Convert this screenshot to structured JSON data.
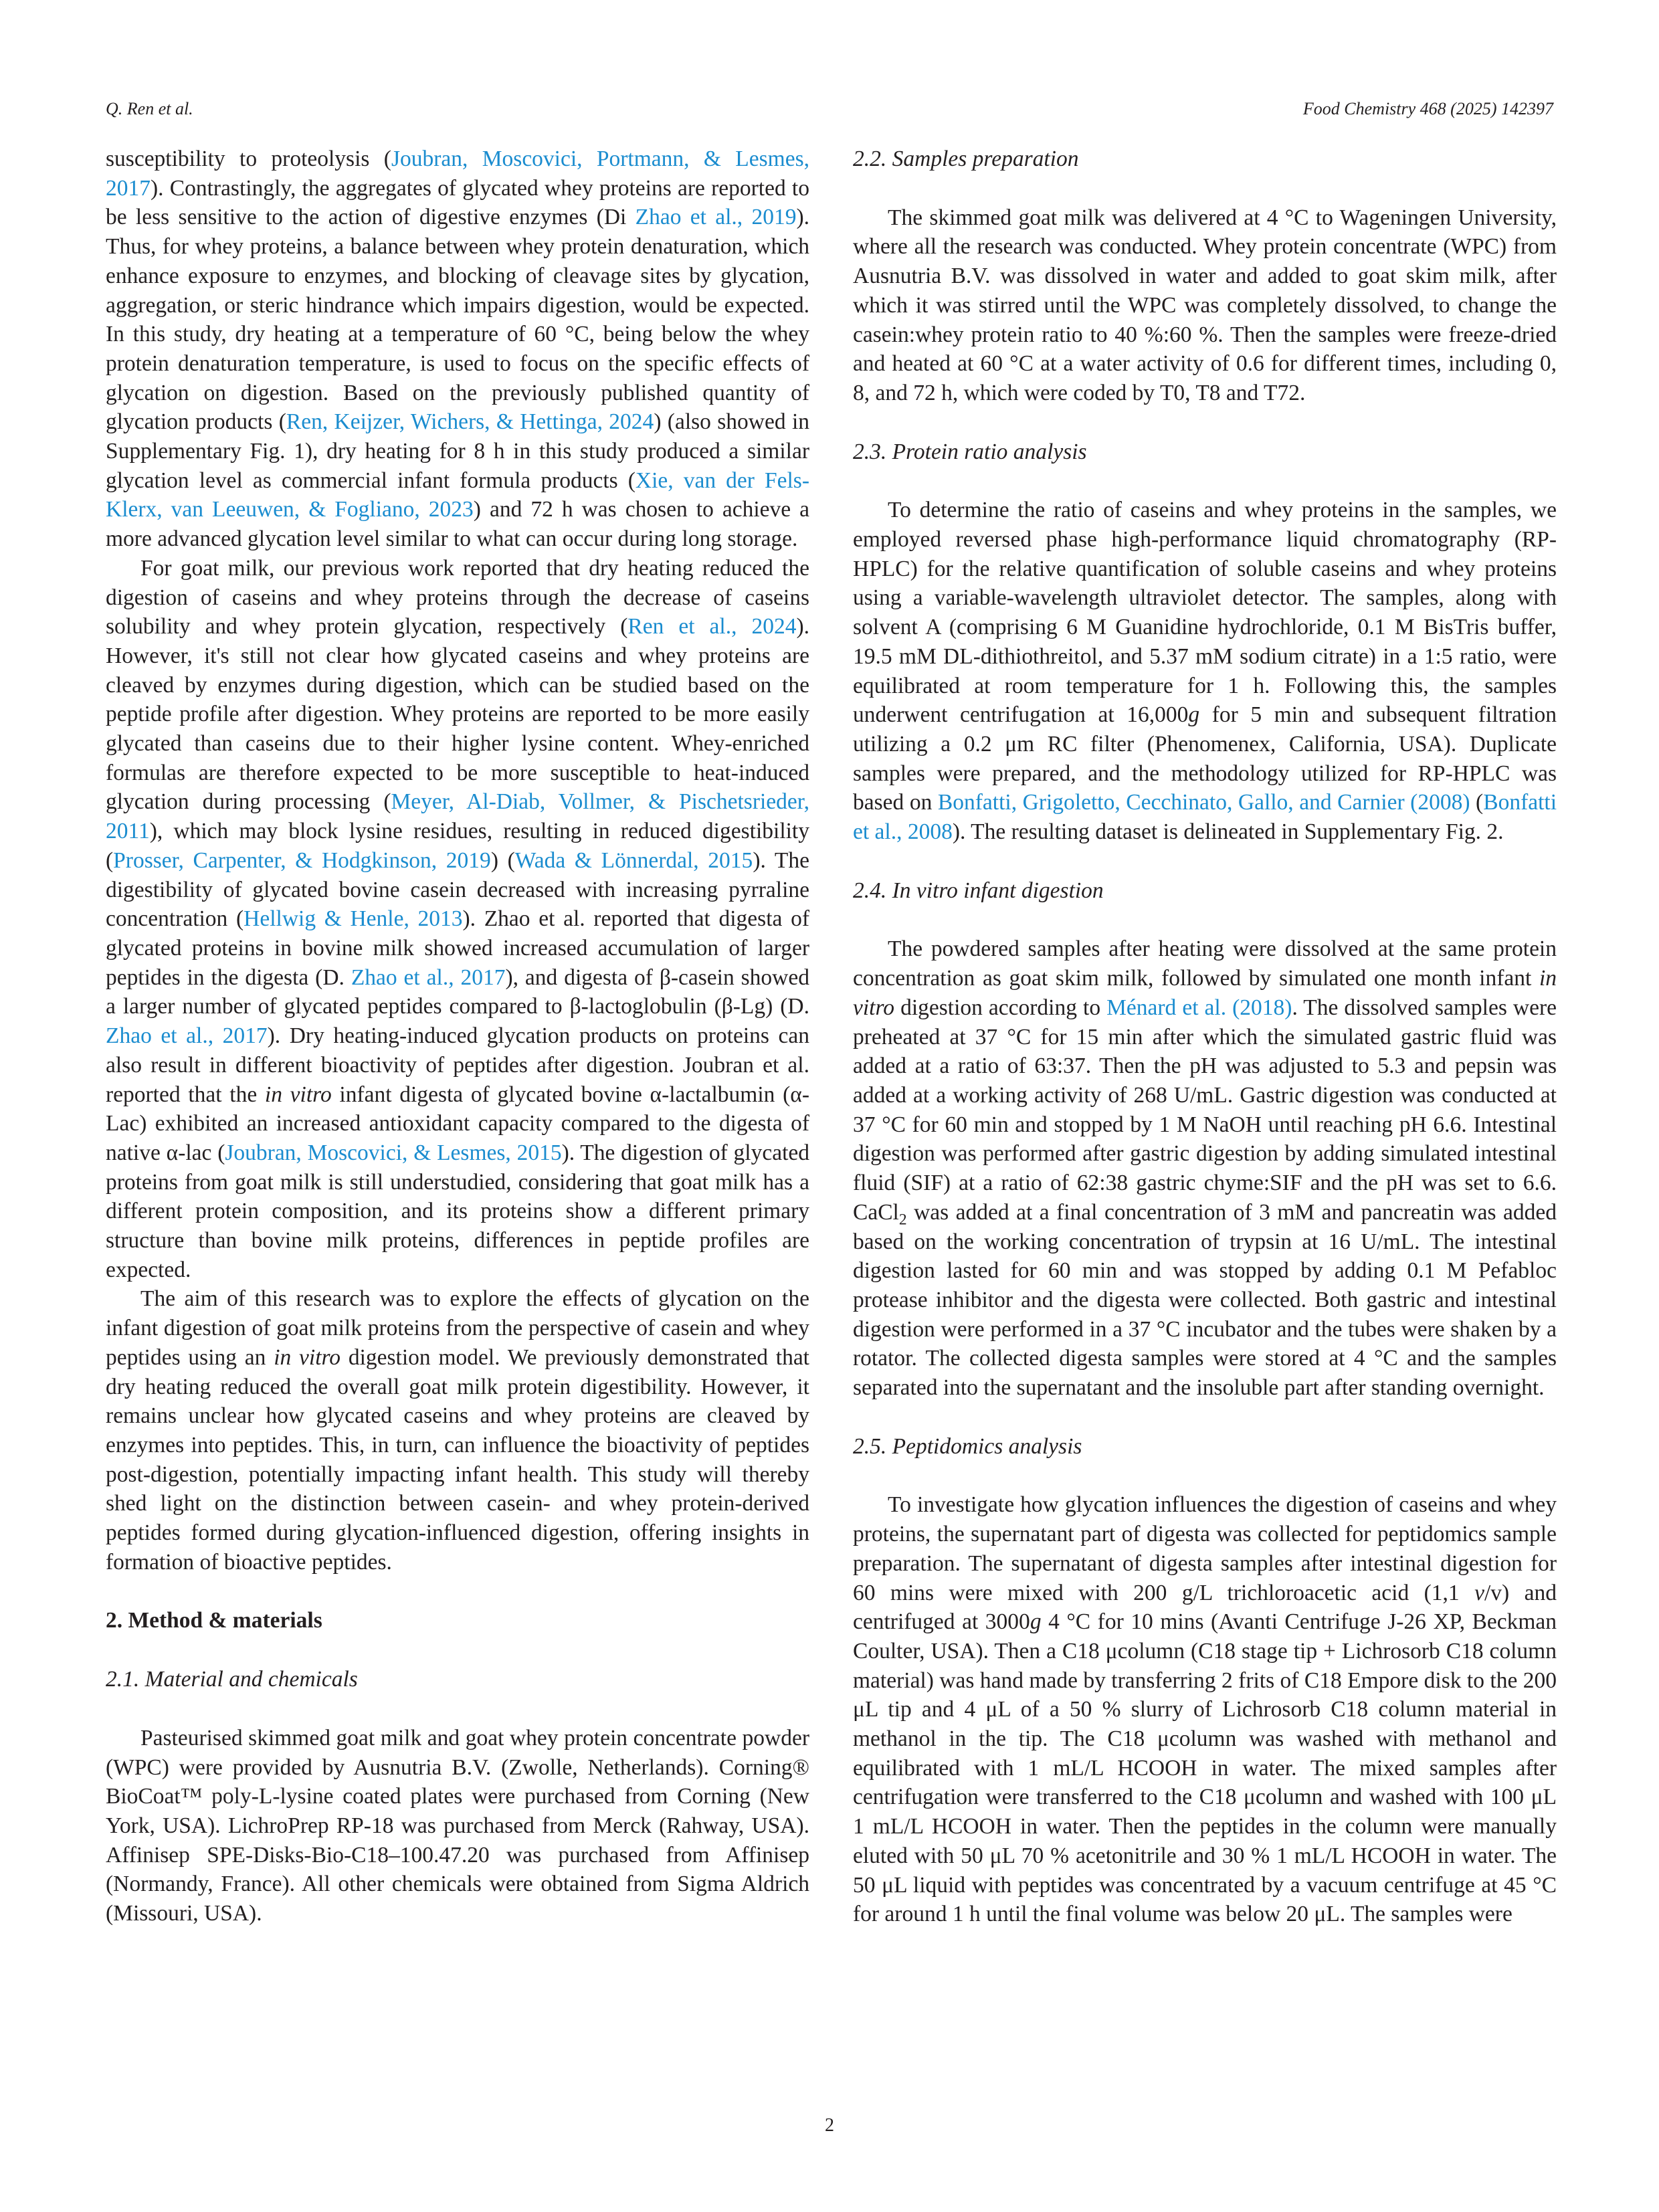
{
  "header": {
    "authors": "Q. Ren et al.",
    "journal": "Food Chemistry 468 (2025) 142397"
  },
  "left": {
    "p1": {
      "t0": "susceptibility to proteolysis (",
      "r0": "Joubran, Moscovici, Portmann, & Lesmes, 2017",
      "t1": "). Contrastingly, the aggregates of glycated whey proteins are reported to be less sensitive to the action of digestive enzymes (Di ",
      "r1": "Zhao et al., 2019",
      "t2": "). Thus, for whey proteins, a balance between whey protein denaturation, which enhance exposure to enzymes, and blocking of cleavage sites by glycation, aggregation, or steric hindrance which impairs digestion, would be expected. In this study, dry heating at a temperature of 60 °C, being below the whey protein denaturation temperature, is used to focus on the specific effects of glycation on digestion. Based on the previously published quantity of glycation products (",
      "r2": "Ren, Keijzer, Wichers, & Hettinga, 2024",
      "t3": ") (also showed in Supplementary Fig. 1), dry heating for 8 h in this study produced a similar glycation level as commercial infant formula products (",
      "r3": "Xie, van der Fels-Klerx, van Leeuwen, & Fogliano, 2023",
      "t4": ") and 72 h was chosen to achieve a more advanced glycation level similar to what can occur during long storage."
    },
    "p2": {
      "t0": "For goat milk, our previous work reported that dry heating reduced the digestion of caseins and whey proteins through the decrease of caseins solubility and whey protein glycation, respectively (",
      "r0": "Ren et al., 2024",
      "t1": "). However, it's still not clear how glycated caseins and whey proteins are cleaved by enzymes during digestion, which can be studied based on the peptide profile after digestion. Whey proteins are reported to be more easily glycated than caseins due to their higher lysine content. Whey-enriched formulas are therefore expected to be more susceptible to heat-induced glycation during processing (",
      "r1": "Meyer, Al-Diab, Vollmer, & Pischetsrieder, 2011",
      "t2": "), which may block lysine residues, resulting in reduced digestibility (",
      "r2": "Prosser, Carpenter, & Hodgkinson, 2019",
      "t3": ") (",
      "r3": "Wada & Lönnerdal, 2015",
      "t4": "). The digestibility of glycated bovine casein decreased with increasing pyrraline concentration (",
      "r4": "Hellwig & Henle, 2013",
      "t5": "). Zhao et al. reported that digesta of glycated proteins in bovine milk showed increased accumulation of larger peptides in the digesta (D. ",
      "r5": "Zhao et al., 2017",
      "t6": "), and digesta of β-casein showed a larger number of glycated peptides compared to β-lactoglobulin (β-Lg) (D. ",
      "r6": "Zhao et al., 2017",
      "t7": "). Dry heating-induced glycation products on proteins can also result in different bioactivity of peptides after digestion. Joubran et al. reported that the ",
      "i0": "in vitro",
      "t8": " infant digesta of glycated bovine α-lactalbumin (α-Lac) exhibited an increased antioxidant capacity compared to the digesta of native α-lac (",
      "r7": "Joubran, Moscovici, & Lesmes, 2015",
      "t9": "). The digestion of glycated proteins from goat milk is still understudied, considering that goat milk has a different protein composition, and its proteins show a different primary structure than bovine milk proteins, differences in peptide profiles are expected."
    },
    "p3": {
      "t0": "The aim of this research was to explore the effects of glycation on the infant digestion of goat milk proteins from the perspective of casein and whey peptides using an ",
      "i0": "in vitro",
      "t1": " digestion model. We previously demonstrated that dry heating reduced the overall goat milk protein digestibility. However, it remains unclear how glycated caseins and whey proteins are cleaved by enzymes into peptides. This, in turn, can influence the bioactivity of peptides post-digestion, potentially impacting infant health. This study will thereby shed light on the distinction between casein- and whey protein-derived peptides formed during glycation-influenced digestion, offering insights in formation of bioactive peptides."
    },
    "section2": "2.  Method & materials",
    "sub21": "2.1.  Material and chemicals",
    "p4": "Pasteurised skimmed goat milk and goat whey protein concentrate powder (WPC) were provided by Ausnutria B.V. (Zwolle, Netherlands). Corning® BioCoat™ poly-L-lysine coated plates were purchased from Corning (New York, USA). LichroPrep RP-18 was purchased from Merck (Rahway, USA). Affinisep SPE-Disks-Bio-C18–100.47.20 was purchased from Affinisep (Normandy, France). All other chemicals were obtained from Sigma Aldrich (Missouri, USA)."
  },
  "right": {
    "sub22": "2.2.  Samples preparation",
    "p5": "The skimmed goat milk was delivered at 4 °C to Wageningen University, where all the research was conducted. Whey protein concentrate (WPC) from Ausnutria B.V. was dissolved in water and added to goat skim milk, after which it was stirred until the WPC was completely dissolved, to change the casein:whey protein ratio to 40 %:60 %. Then the samples were freeze-dried and heated at 60 °C at a water activity of 0.6 for different times, including 0, 8, and 72 h, which were coded by T0, T8 and T72.",
    "sub23": "2.3.  Protein ratio analysis",
    "p6": {
      "t0": "To determine the ratio of caseins and whey proteins in the samples, we employed reversed phase high-performance liquid chromatography (RP-HPLC) for the relative quantification of soluble caseins and whey proteins using a variable-wavelength ultraviolet detector. The samples, along with solvent A (comprising 6 M Guanidine hydrochloride, 0.1 M BisTris buffer, 19.5 mM DL-dithiothreitol, and 5.37 mM sodium citrate) in a 1:5 ratio, were equilibrated at room temperature for 1 h. Following this, the samples underwent centrifugation at 16,000",
      "g0": "g",
      "t1": " for 5 min and subsequent filtration utilizing a 0.2 μm RC filter (Phenomenex, California, USA). Duplicate samples were prepared, and the methodology utilized for RP-HPLC was based on ",
      "r0": "Bonfatti, Grigoletto, Cecchinato, Gallo, and Carnier (2008)",
      "t2": " (",
      "r1": "Bonfatti et al., 2008",
      "t3": "). The resulting dataset is delineated in Supplementary Fig. 2."
    },
    "sub24": "2.4.  In vitro infant digestion",
    "p7": {
      "t0": "The powdered samples after heating were dissolved at the same protein concentration as goat skim milk, followed by simulated one month infant ",
      "i0": "in vitro",
      "t1": " digestion according to ",
      "r0": "Ménard et al. (2018)",
      "t2": ". The dissolved samples were preheated at 37 °C for 15 min after which the simulated gastric fluid was added at a ratio of 63:37. Then the pH was adjusted to 5.3 and pepsin was added at a working activity of 268 U/mL. Gastric digestion was conducted at 37 °C for 60 min and stopped by 1 M NaOH until reaching pH 6.6. Intestinal digestion was performed after gastric digestion by adding simulated intestinal fluid (SIF) at a ratio of 62:38 gastric chyme:SIF and the pH was set to 6.6. CaCl",
      "s0": "2",
      "t3": " was added at a final concentration of 3 mM and pancreatin was added based on the working concentration of trypsin at 16 U/mL. The intestinal digestion lasted for 60 min and was stopped by adding 0.1 M Pefabloc protease inhibitor and the digesta were collected. Both gastric and intestinal digestion were performed in a 37 °C incubator and the tubes were shaken by a rotator. The collected digesta samples were stored at 4 °C and the samples separated into the supernatant and the insoluble part after standing overnight."
    },
    "sub25": "2.5.  Peptidomics analysis",
    "p8": {
      "t0": "To investigate how glycation influences the digestion of caseins and whey proteins, the supernatant part of digesta was collected for peptidomics sample preparation. The supernatant of digesta samples after intestinal digestion for 60 mins were mixed with 200 g/L trichloroacetic acid (1,1 ",
      "i0": "v",
      "t1": "/v) and centrifuged at 3000",
      "g0": "g",
      "t2": " 4 °C for 10 mins (Avanti Centrifuge J-26 XP, Beckman Coulter, USA). Then a C18 μcolumn (C18 stage tip + Lichrosorb C18 column material) was hand made by transferring 2 frits of C18 Empore disk to the 200 μL tip and 4 μL of a 50 % slurry of Lichrosorb C18 column material in methanol in the tip. The C18 μcolumn was washed with methanol and equilibrated with 1 mL/L HCOOH in water. The mixed samples after centrifugation were transferred to the C18 μcolumn and washed with 100 μL 1 mL/L HCOOH in water. Then the peptides in the column were manually eluted with 50 μL 70 % acetonitrile and 30 % 1 mL/L HCOOH in water. The 50 μL liquid with peptides was concentrated by a vacuum centrifuge at 45 °C for around 1 h until the final volume was below 20 μL. The samples were"
    }
  },
  "page_number": "2"
}
